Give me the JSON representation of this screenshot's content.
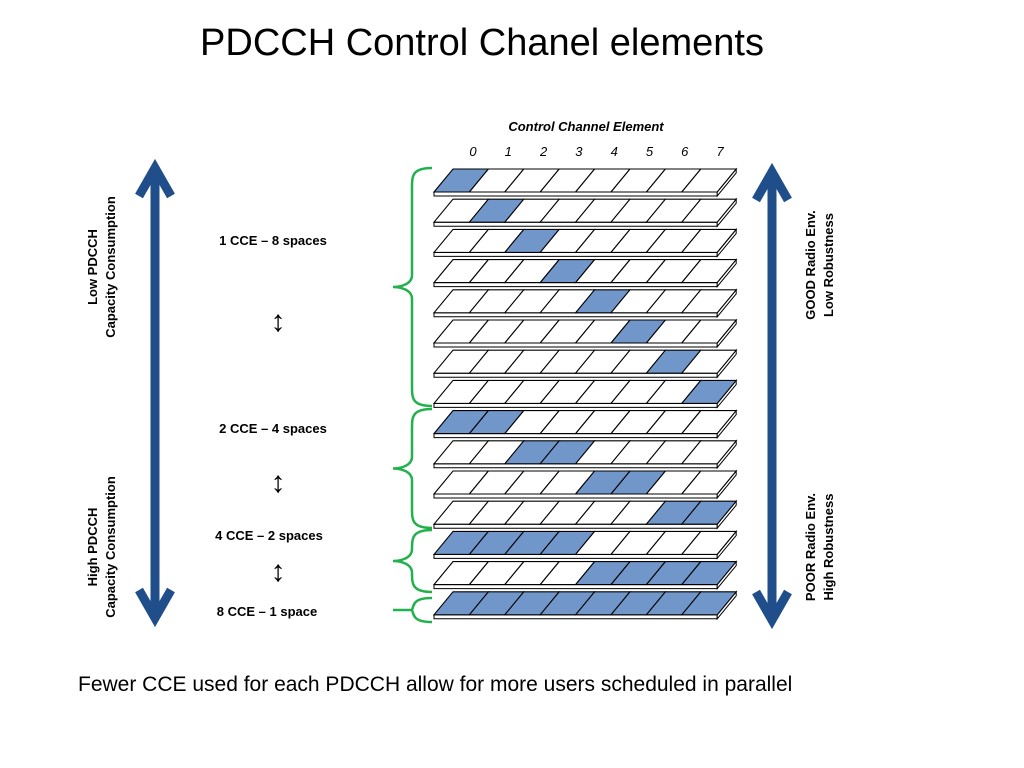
{
  "title": "PDCCH Control Chanel elements",
  "footer": "Fewer CCE used for each PDCCH allow for more users scheduled in parallel",
  "diagram": {
    "header": "Control Channel Element",
    "cce_indices": [
      "0",
      "1",
      "2",
      "3",
      "4",
      "5",
      "6",
      "7"
    ],
    "fill_color": "#7196c9",
    "empty_color": "#ffffff",
    "arrow_color": "#1f4e8a",
    "brace_color": "#22b14c",
    "rows": [
      [
        1,
        0,
        0,
        0,
        0,
        0,
        0,
        0
      ],
      [
        0,
        1,
        0,
        0,
        0,
        0,
        0,
        0
      ],
      [
        0,
        0,
        1,
        0,
        0,
        0,
        0,
        0
      ],
      [
        0,
        0,
        0,
        1,
        0,
        0,
        0,
        0
      ],
      [
        0,
        0,
        0,
        0,
        1,
        0,
        0,
        0
      ],
      [
        0,
        0,
        0,
        0,
        0,
        1,
        0,
        0
      ],
      [
        0,
        0,
        0,
        0,
        0,
        0,
        1,
        0
      ],
      [
        0,
        0,
        0,
        0,
        0,
        0,
        0,
        1
      ],
      [
        1,
        1,
        0,
        0,
        0,
        0,
        0,
        0
      ],
      [
        0,
        0,
        1,
        1,
        0,
        0,
        0,
        0
      ],
      [
        0,
        0,
        0,
        0,
        1,
        1,
        0,
        0
      ],
      [
        0,
        0,
        0,
        0,
        0,
        0,
        1,
        1
      ],
      [
        1,
        1,
        1,
        1,
        0,
        0,
        0,
        0
      ],
      [
        0,
        0,
        0,
        0,
        1,
        1,
        1,
        1
      ],
      [
        1,
        1,
        1,
        1,
        1,
        1,
        1,
        1
      ]
    ],
    "groups": [
      {
        "label": "1 CCE – 8 spaces"
      },
      {
        "label": "2 CCE – 4 spaces"
      },
      {
        "label": "4 CCE – 2 spaces"
      },
      {
        "label": "8 CCE – 1 space"
      }
    ],
    "left_axis": {
      "top": [
        "Low PDCCH",
        "Capacity Consumption"
      ],
      "bottom": [
        "High PDCCH",
        "Capacity Consumption"
      ]
    },
    "right_axis": {
      "top": [
        "GOOD Radio Env.",
        "Low Robustness"
      ],
      "bottom": [
        "POOR Radio Env.",
        "High Robustness"
      ]
    },
    "swap_symbol": "↕"
  }
}
